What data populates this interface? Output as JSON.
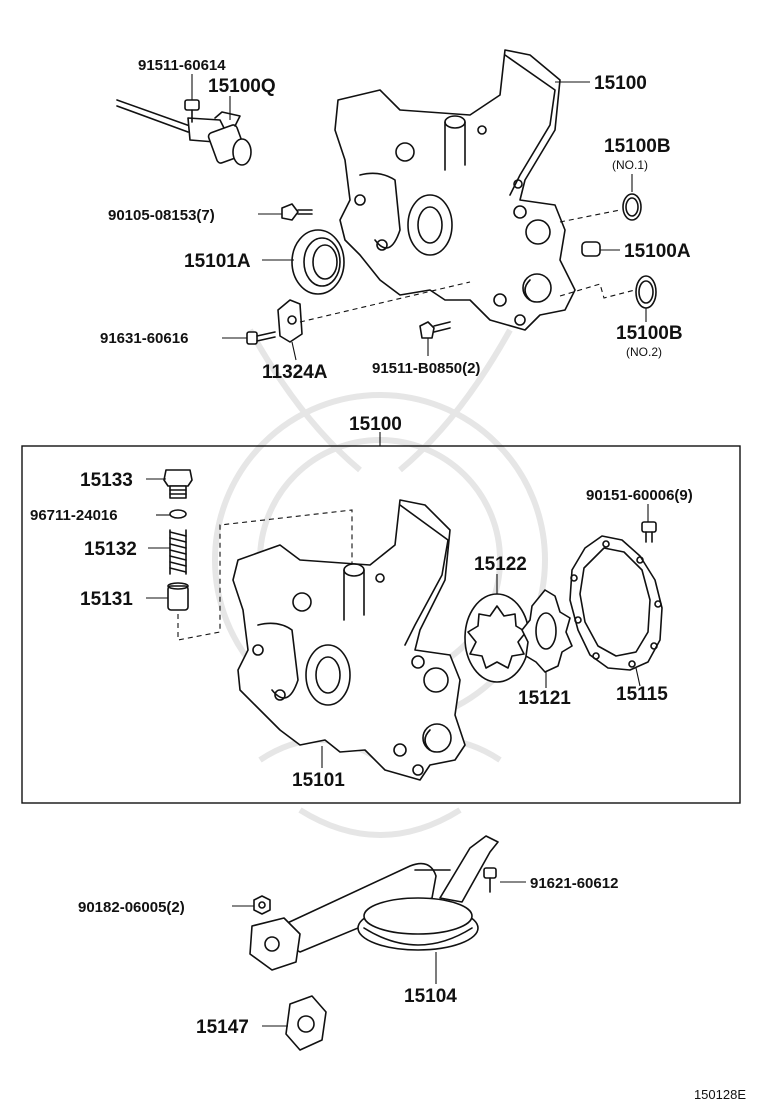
{
  "labels": {
    "bolt_91511_60614": "91511-60614",
    "sensor_15100Q": "15100Q",
    "pump_assy_top": "15100",
    "oring_15100B_no1": "15100B",
    "oring_15100B_no1_note": "(NO.1)",
    "bolt_90105_08153": "90105-08153(7)",
    "seal_15101A": "15101A",
    "plug_15100A": "15100A",
    "bolt_91631_60616": "91631-60616",
    "oring_15100B_no2": "15100B",
    "oring_15100B_no2_note": "(NO.2)",
    "clamp_11324A": "11324A",
    "bolt_91511_B0850": "91511-B0850(2)",
    "pump_assy_box": "15100",
    "plug_15133": "15133",
    "gasket_96711_24016": "96711-24016",
    "spring_15132": "15132",
    "valve_15131": "15131",
    "screw_90151_60006": "90151-60006(9)",
    "rotor_15122": "15122",
    "rotor_15121": "15121",
    "cover_15115": "15115",
    "body_15101": "15101",
    "bolt_91621_60612": "91621-60612",
    "nut_90182_06005": "90182-06005(2)",
    "strainer_15104": "15104",
    "gasket_15147": "15147",
    "figure_code": "150128E"
  },
  "colors": {
    "line": "#111111",
    "background": "#ffffff",
    "watermark": "#e6e6e6"
  }
}
